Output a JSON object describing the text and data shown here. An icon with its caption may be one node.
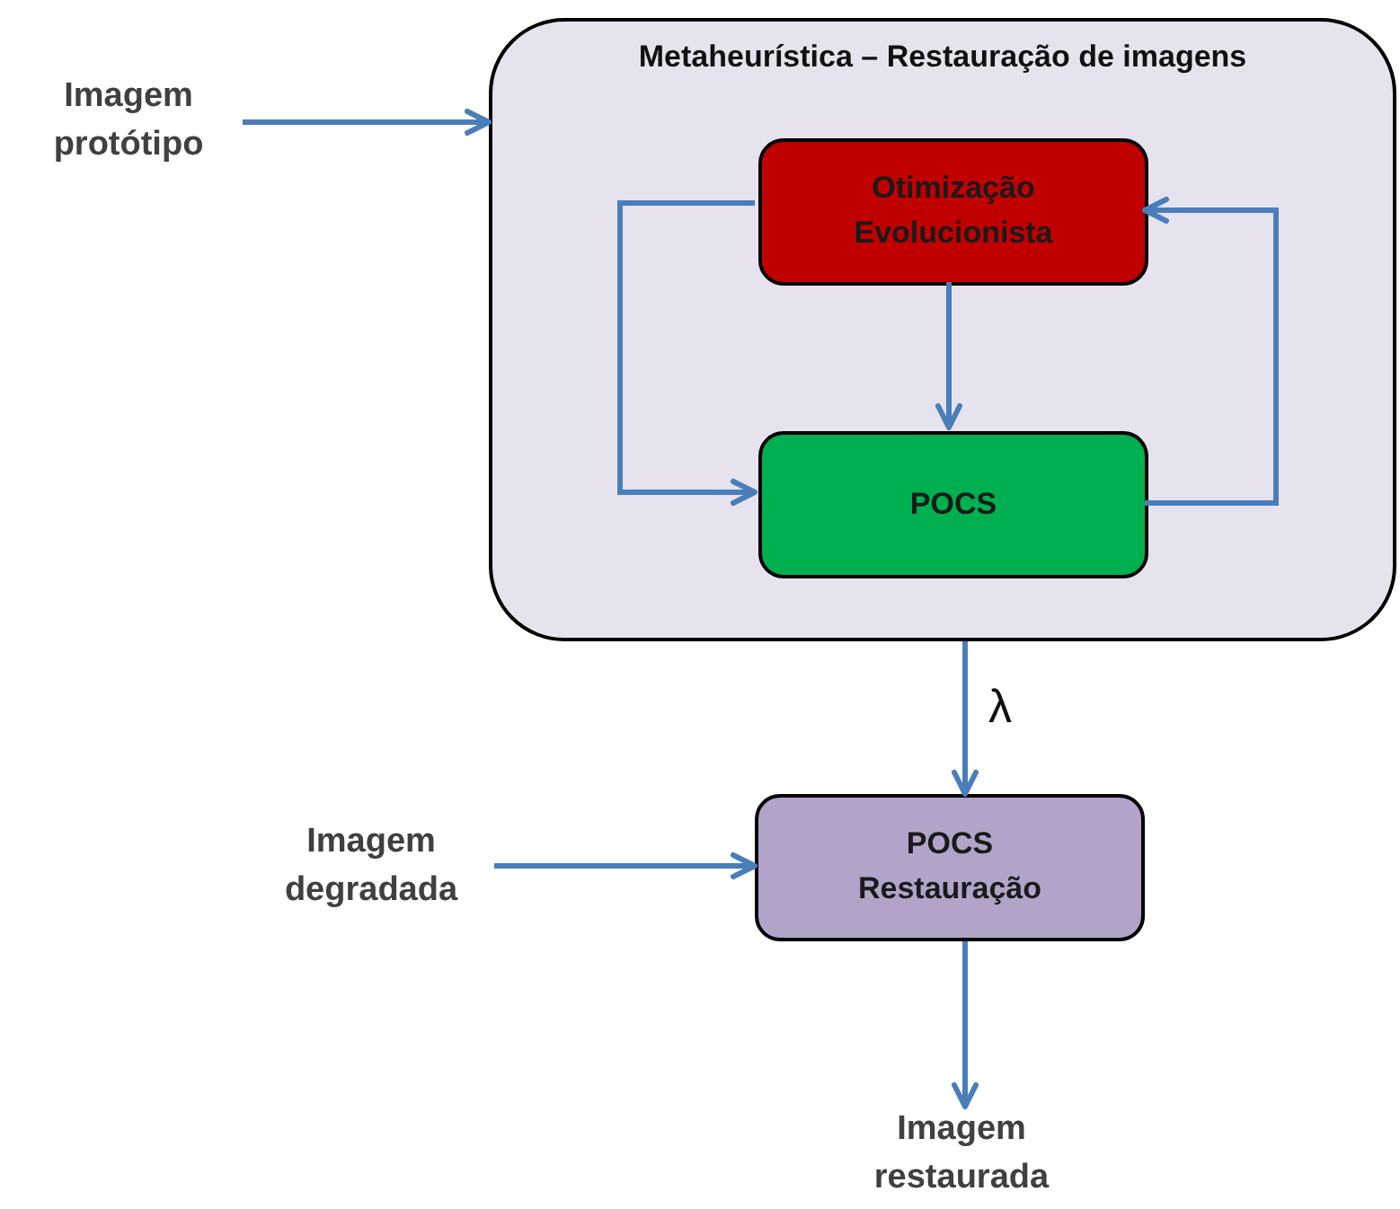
{
  "diagram": {
    "nodes": [
      {
        "text": [
          "Imagem protótipo"
        ]
      },
      {
        "text": [
          "Metaheurística – Restauração de imagens"
        ]
      },
      {
        "text": [
          "Otimização Evolucionista"
        ],
        "in": 1
      },
      {
        "text": [
          "POCS"
        ],
        "in": 1
      },
      {
        "text": [
          "Imagem degradada"
        ]
      },
      {
        "text": [
          "POCS Restauração"
        ]
      },
      {
        "text": [
          "Imagem restaurada"
        ]
      }
    ],
    "edges": [
      {
        "from": 0,
        "to": 1,
        "arrow": "to"
      },
      {
        "from": 2,
        "to": 3,
        "arrow": "to"
      },
      {
        "from": 2,
        "to": 3,
        "arrow": "to"
      },
      {
        "from": 3,
        "to": 2,
        "arrow": "to"
      },
      {
        "from": 1,
        "to": 5,
        "arrow": "to",
        "label": "λ"
      },
      {
        "from": 4,
        "to": 5,
        "arrow": "to"
      },
      {
        "from": 5,
        "to": 6,
        "arrow": "to"
      }
    ]
  }
}
